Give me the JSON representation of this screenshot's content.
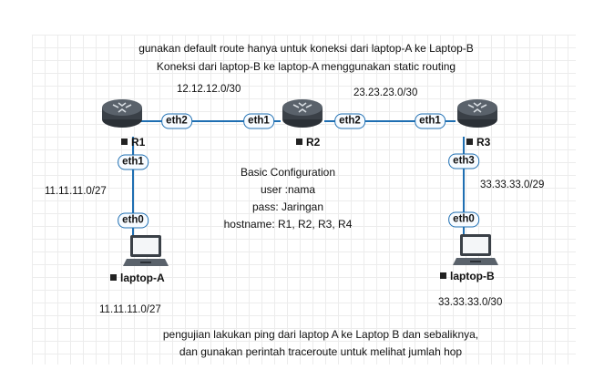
{
  "notes": {
    "top_line1": "gunakan default  route  hanya untuk koneksi  dari laptop-A ke  Laptop-B",
    "top_line2": "Koneksi dari laptop-B ke laptop-A menggunakan static routing",
    "bottom_line1": "pengujian  lakukan ping dari laptop A ke  Laptop B dan sebaliknya,",
    "bottom_line2": "dan gunakan perintah traceroute untuk  melihat jumlah hop"
  },
  "config": {
    "title": "Basic Configuration",
    "user": "user :nama",
    "pass": "pass: Jaringan",
    "hostname": "hostname: R1, R2, R3, R4"
  },
  "networks": {
    "r1_r2": "12.12.12.0/30",
    "r2_r3": "23.23.23.0/30",
    "lan_a_upper": "11.11.11.0/27",
    "lan_a_lower": "11.11.11.0/27",
    "lan_b_upper": "33.33.33.0/29",
    "lan_b_lower": "33.33.33.0/30"
  },
  "devices": {
    "r1": "R1",
    "r2": "R2",
    "r3": "R3",
    "laptop_a": "laptop-A",
    "laptop_b": "laptop-B"
  },
  "interfaces": {
    "r1_eth2": "eth2",
    "r2_eth1": "eth1",
    "r2_eth2": "eth2",
    "r3_eth1": "eth1",
    "r1_eth1": "eth1",
    "lapa_eth0": "eth0",
    "r3_eth3": "eth3",
    "lapb_eth0": "eth0"
  },
  "colors": {
    "link": "#1f6fb2",
    "router_body": "#3a4047"
  }
}
